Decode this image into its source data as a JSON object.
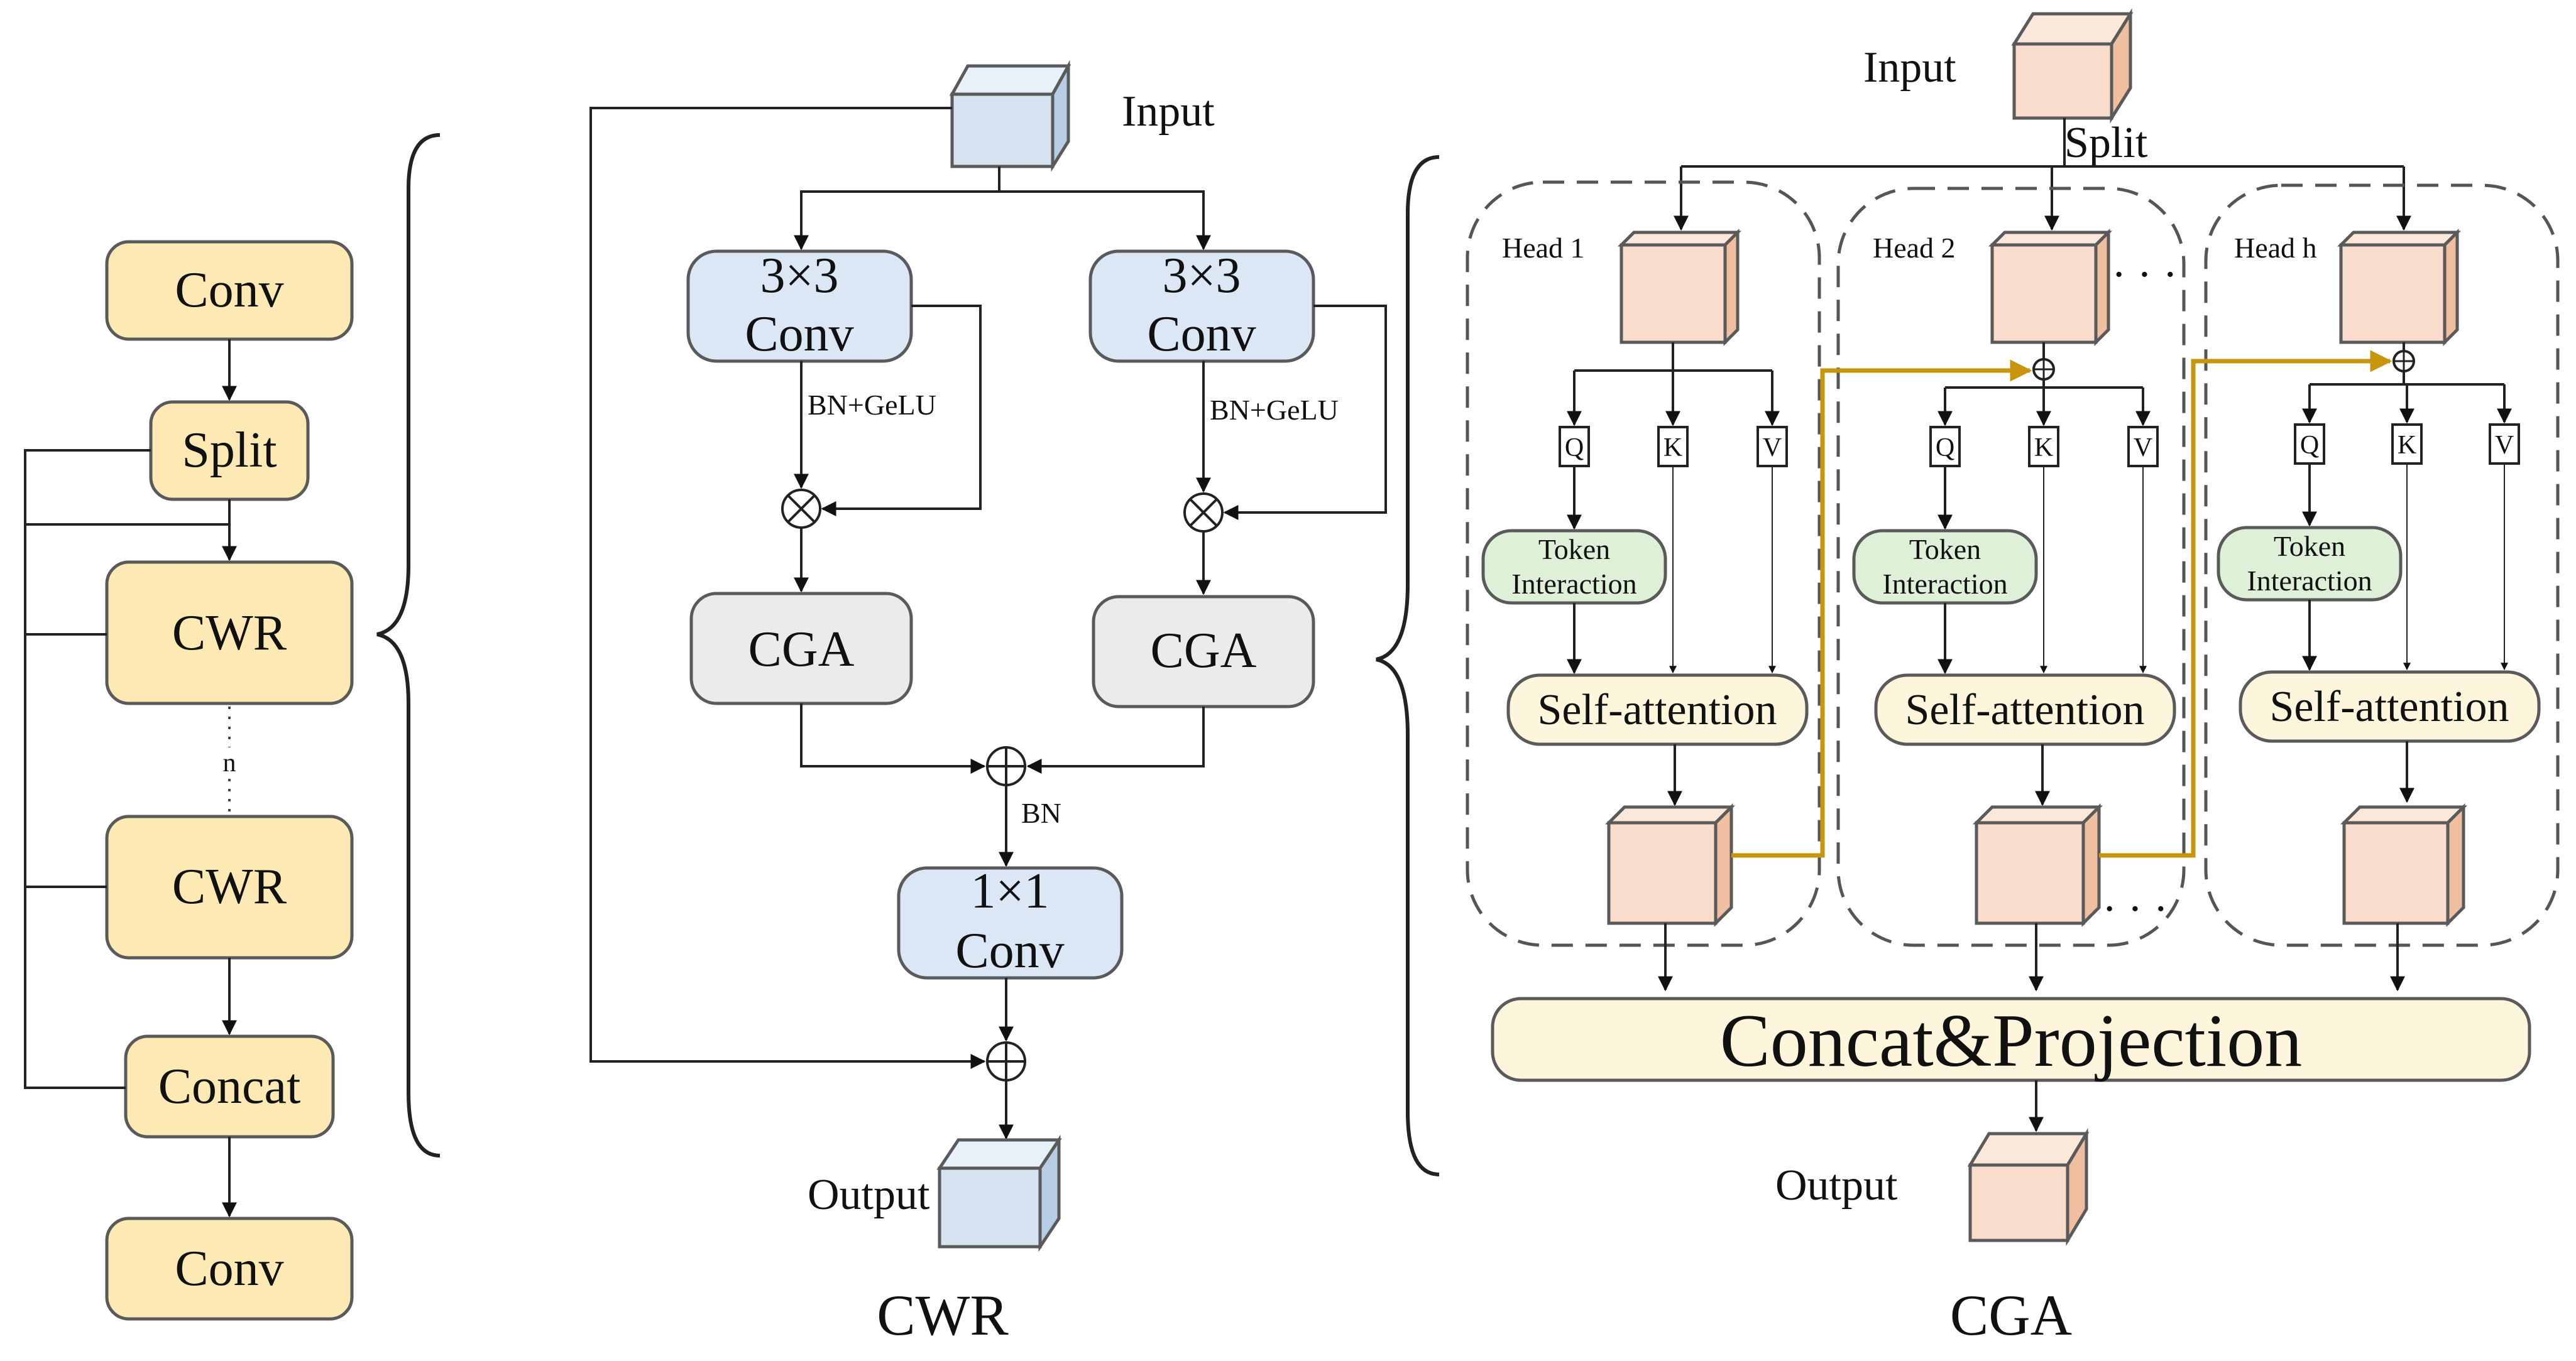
{
  "colors": {
    "yellow_box": "#fde9b4",
    "blue_box": "#dbe7f5",
    "gray_box": "#ebebeb",
    "green_box": "#dff0d9",
    "cream_box": "#fdf6dc",
    "salmon_cube": "#f9dccb",
    "blue_cube": "#d6e4f2",
    "gold_path": "#c8960c"
  },
  "left_panel": {
    "conv_top": "Conv",
    "split": "Split",
    "cwr_1": "CWR",
    "repeat": "n",
    "cwr_2": "CWR",
    "concat": "Concat",
    "conv_bottom": "Conv"
  },
  "cwr_panel": {
    "input": "Input",
    "conv3_left_l1": "3×3",
    "conv3_left_l2": "Conv",
    "conv3_right_l1": "3×3",
    "conv3_right_l2": "Conv",
    "bn_gelu_left": "BN+GeLU",
    "bn_gelu_right": "BN+GeLU",
    "cga_left": "CGA",
    "cga_right": "CGA",
    "bn": "BN",
    "conv1_l1": "1×1",
    "conv1_l2": "Conv",
    "output": "Output",
    "caption": "CWR"
  },
  "cga_panel": {
    "input": "Input",
    "split": "Split",
    "heads": [
      {
        "label": "Head 1",
        "q": "Q",
        "k": "K",
        "v": "V",
        "token_l1": "Token",
        "token_l2": "Interaction",
        "self_attention": "Self-attention"
      },
      {
        "label": "Head 2",
        "q": "Q",
        "k": "K",
        "v": "V",
        "token_l1": "Token",
        "token_l2": "Interaction",
        "self_attention": "Self-attention"
      },
      {
        "label": "Head h",
        "q": "Q",
        "k": "K",
        "v": "V",
        "token_l1": "Token",
        "token_l2": "Interaction",
        "self_attention": "Self-attention"
      }
    ],
    "dots": "· · ·",
    "concat_projection": "Concat&Projection",
    "output": "Output",
    "caption": "CGA"
  }
}
